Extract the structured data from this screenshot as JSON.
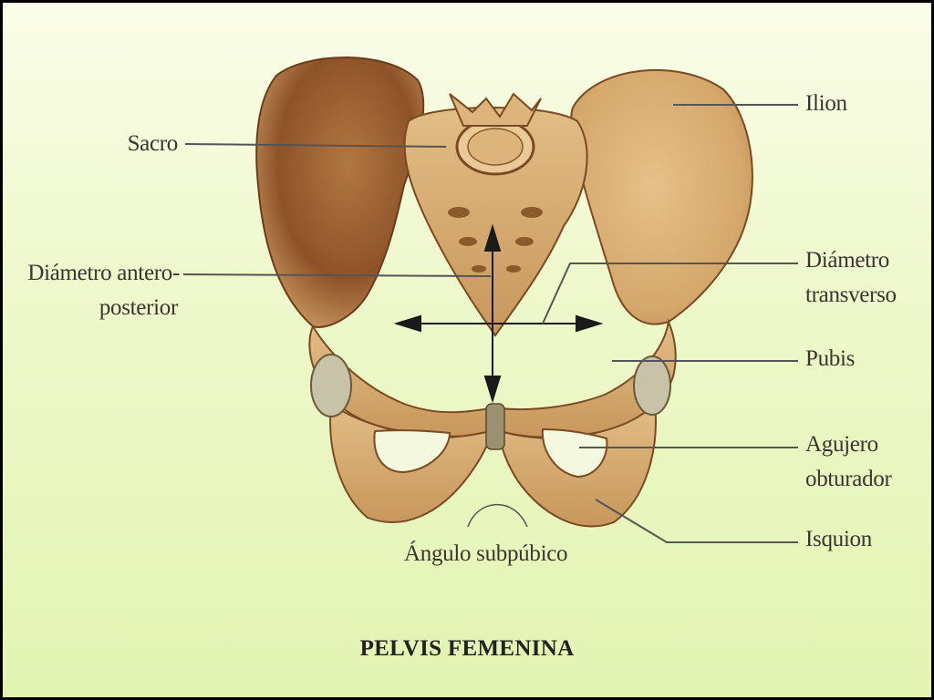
{
  "labels": {
    "sacro": "Sacro",
    "diametro_ap_line1": "Diámetro antero-",
    "diametro_ap_line2": "posterior",
    "ilion": "Ilion",
    "diametro_transverso_line1": "Diámetro",
    "diametro_transverso_line2": "transverso",
    "pubis": "Pubis",
    "agujero_line1": "Agujero",
    "agujero_line2": "obturador",
    "isquion": "Isquion",
    "angulo": "Ángulo subpúbico"
  },
  "title": "PELVIS FEMENINA",
  "colors": {
    "bone": "#d9b177",
    "bone_shadow": "#a86d3a",
    "bone_dark": "#7a4420",
    "leader_line": "#555555",
    "background": "#eef8cc"
  }
}
